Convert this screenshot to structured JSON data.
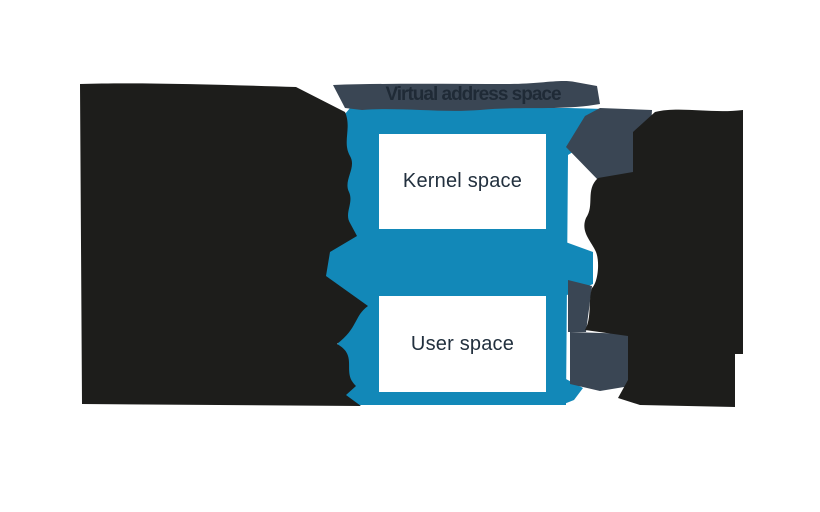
{
  "page": {
    "background": "#ffffff"
  },
  "diagram": {
    "title": "Virtual address space",
    "regions": [
      {
        "label": "Kernel space"
      },
      {
        "label": "User space"
      }
    ],
    "colors": {
      "accent_blue": "#1288b8",
      "slate": "#3a4654",
      "ink": "#1d1d1b",
      "label_text": "#22303e",
      "box_background": "#ffffff"
    }
  }
}
